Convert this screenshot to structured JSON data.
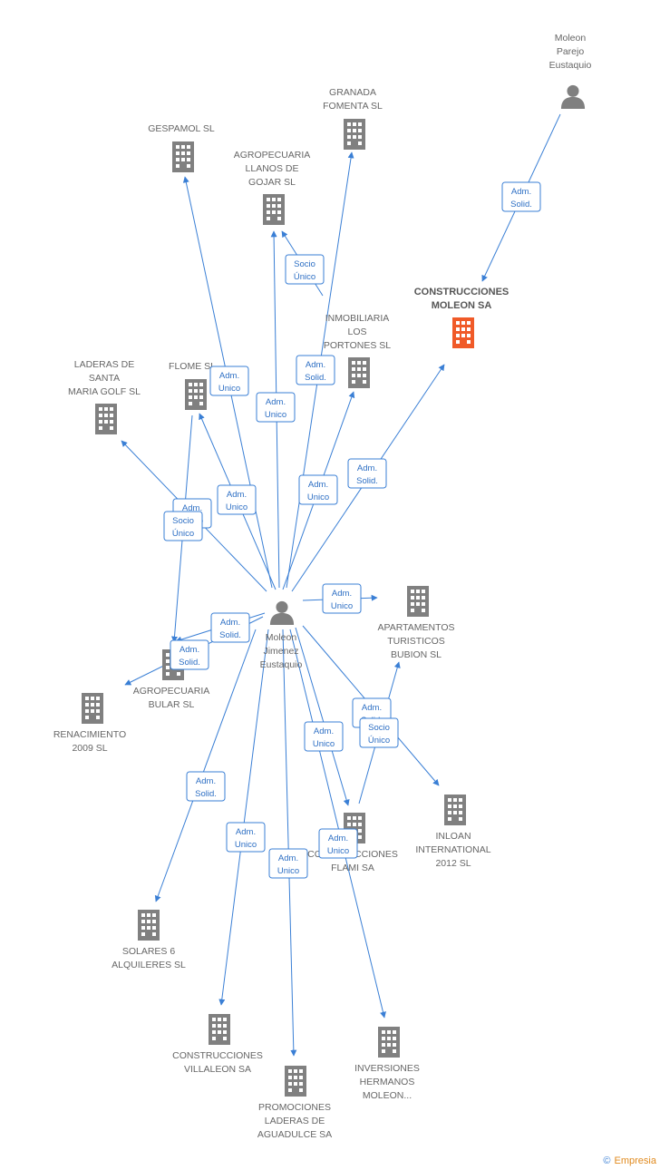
{
  "colors": {
    "edge": "#3a7fd5",
    "company": "#808080",
    "focus_company": "#f05a28",
    "person": "#808080"
  },
  "nodes": [
    {
      "id": "moleon_parejo",
      "type": "person",
      "lines": [
        "Moleon",
        "Parejo",
        "Eustaquio"
      ]
    },
    {
      "id": "moleon_jimenez",
      "type": "person",
      "lines": [
        "Moleon",
        "Jimenez",
        "Eustaquio"
      ]
    },
    {
      "id": "construcciones_moleon",
      "type": "company",
      "focus": true,
      "lines": [
        "CONSTRUCCIONES",
        "MOLEON SA"
      ]
    },
    {
      "id": "granada_fomenta",
      "type": "company",
      "lines": [
        "GRANADA",
        "FOMENTA SL"
      ]
    },
    {
      "id": "gespamol",
      "type": "company",
      "lines": [
        "GESPAMOL SL"
      ]
    },
    {
      "id": "agropecuaria_llanos",
      "type": "company",
      "lines": [
        "AGROPECUARIA",
        "LLANOS DE",
        "GOJAR SL"
      ]
    },
    {
      "id": "inmobiliaria_portones",
      "type": "company",
      "lines": [
        "INMOBILIARIA",
        "LOS",
        "PORTONES SL"
      ]
    },
    {
      "id": "laderas_santa_maria",
      "type": "company",
      "lines": [
        "LADERAS DE",
        "SANTA",
        "MARIA GOLF SL"
      ]
    },
    {
      "id": "flome",
      "type": "company",
      "lines": [
        "FLOME SL"
      ]
    },
    {
      "id": "apartamentos_bubion",
      "type": "company",
      "lines": [
        "APARTAMENTOS",
        "TURISTICOS",
        "BUBION SL"
      ]
    },
    {
      "id": "agropecuaria_bular",
      "type": "company",
      "lines": [
        "AGROPECUARIA",
        "BULAR SL"
      ]
    },
    {
      "id": "renacimiento",
      "type": "company",
      "lines": [
        "RENACIMIENTO",
        "2009 SL"
      ]
    },
    {
      "id": "inloan",
      "type": "company",
      "lines": [
        "INLOAN",
        "INTERNATIONAL",
        "2012 SL"
      ]
    },
    {
      "id": "construcciones_flami",
      "type": "company",
      "lines": [
        "CONSTRUCCIONES",
        "FLAMI SA"
      ]
    },
    {
      "id": "solares_6",
      "type": "company",
      "lines": [
        "SOLARES 6",
        "ALQUILERES SL"
      ]
    },
    {
      "id": "construcciones_villaleon",
      "type": "company",
      "lines": [
        "CONSTRUCCIONES",
        "VILLALEON SA"
      ]
    },
    {
      "id": "promociones_laderas",
      "type": "company",
      "lines": [
        "PROMOCIONES",
        "LADERAS DE",
        "AGUADULCE SA"
      ]
    },
    {
      "id": "inversiones_hermanos",
      "type": "company",
      "lines": [
        "INVERSIONES",
        "HERMANOS",
        "MOLEON..."
      ]
    }
  ],
  "edges": [
    {
      "from": "moleon_parejo",
      "to": "construcciones_moleon",
      "label": [
        "Adm.",
        "Solid."
      ]
    },
    {
      "from": "moleon_jimenez",
      "to": "construcciones_moleon",
      "label": [
        "Adm.",
        "Solid."
      ]
    },
    {
      "from": "moleon_jimenez",
      "to": "granada_fomenta",
      "label": [
        "Adm.",
        "Solid."
      ]
    },
    {
      "from": "moleon_jimenez",
      "to": "gespamol",
      "label": [
        "Adm.",
        "Unico"
      ]
    },
    {
      "from": "moleon_jimenez",
      "to": "agropecuaria_llanos",
      "label": [
        "Adm.",
        "Unico"
      ]
    },
    {
      "from": "agropecuaria_llanos_src",
      "to": "agropecuaria_llanos",
      "label": [
        "Socio",
        "Único"
      ]
    },
    {
      "from": "moleon_jimenez",
      "to": "inmobiliaria_portones",
      "label": [
        "Adm.",
        "Unico"
      ]
    },
    {
      "from": "moleon_jimenez",
      "to": "flome",
      "label": [
        "Adm.",
        "Unico"
      ]
    },
    {
      "from": "moleon_jimenez",
      "to": "laderas_santa_maria",
      "label": [
        "Adm.",
        "Unico"
      ]
    },
    {
      "from": "flome_src",
      "to": "agropecuaria_bular",
      "label": [
        "Socio",
        "Único"
      ]
    },
    {
      "from": "moleon_jimenez",
      "to": "apartamentos_bubion",
      "label": [
        "Adm.",
        "Unico"
      ]
    },
    {
      "from": "moleon_jimenez",
      "to": "agropecuaria_bular",
      "label": [
        "Adm.",
        "Solid."
      ]
    },
    {
      "from": "moleon_jimenez",
      "to": "renacimiento",
      "label": [
        "Adm.",
        "Solid."
      ]
    },
    {
      "from": "moleon_jimenez",
      "to": "inloan",
      "label": [
        "Adm.",
        "Solid."
      ]
    },
    {
      "from": "construcciones_flami",
      "to": "apartamentos_bubion",
      "label": [
        "Socio",
        "Único"
      ]
    },
    {
      "from": "moleon_jimenez",
      "to": "construcciones_flami",
      "label": [
        "Adm.",
        "Unico"
      ]
    },
    {
      "from": "moleon_jimenez",
      "to": "solares_6",
      "label": [
        "Adm.",
        "Solid."
      ]
    },
    {
      "from": "moleon_jimenez",
      "to": "construcciones_villaleon",
      "label": [
        "Adm.",
        "Unico"
      ]
    },
    {
      "from": "moleon_jimenez",
      "to": "promociones_laderas",
      "label": [
        "Adm.",
        "Unico"
      ]
    },
    {
      "from": "moleon_jimenez",
      "to": "inversiones_hermanos",
      "label": [
        "Adm.",
        "Unico"
      ]
    }
  ],
  "footer": {
    "copyright": "©",
    "brand": "Empresia"
  }
}
